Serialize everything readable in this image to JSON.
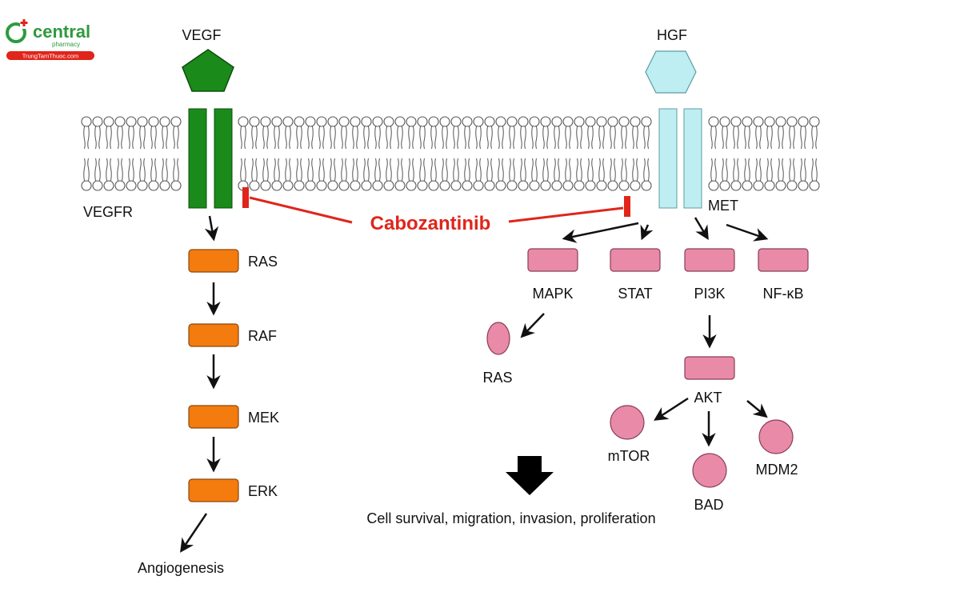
{
  "logo": {
    "name": "central",
    "subtitle": "pharmacy",
    "url": "TrungTamThuoc.com",
    "color": "#2e9a3e",
    "accent": "#e0251b"
  },
  "ligands": {
    "vegf": "VEGF",
    "hgf": "HGF"
  },
  "receptors": {
    "vegfr": "VEGFR",
    "met": "MET"
  },
  "drug": "Cabozantinib",
  "vegf_pathway": {
    "nodes": [
      "RAS",
      "RAF",
      "MEK",
      "ERK"
    ],
    "outcome": "Angiogenesis",
    "color": "#f47b0e"
  },
  "met_pathway": {
    "nodes": [
      "MAPK",
      "STAT",
      "PI3K",
      "NF-κB"
    ],
    "mapk_target": "RAS",
    "akt": "AKT",
    "akt_targets": [
      "mTOR",
      "BAD",
      "MDM2"
    ],
    "color": "#e88aa8"
  },
  "outcome": "Cell survival, migration, invasion, proliferation",
  "colors": {
    "vegf": "#1a8a1a",
    "hgf": "#bfeef2",
    "inhibitor": "#e0251b"
  }
}
